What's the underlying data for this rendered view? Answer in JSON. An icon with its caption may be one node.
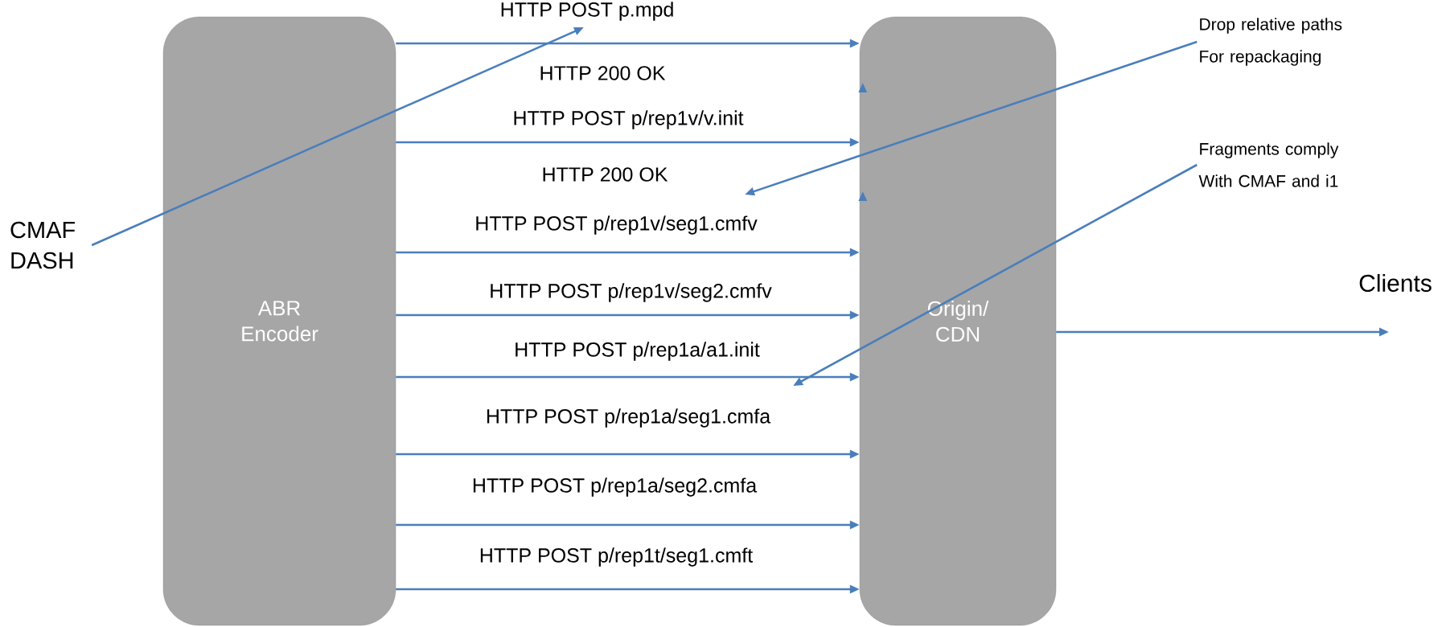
{
  "diagram": {
    "nodes": [
      {
        "text": [
          "ABR Encoder"
        ]
      },
      {
        "text": [
          "Origin/ CDN"
        ]
      },
      {
        "text": [
          "CMAF DASH"
        ]
      },
      {
        "text": [
          "Drop relative paths For repackaging"
        ]
      },
      {
        "text": [
          "Fragments comply With CMAF and i1"
        ]
      },
      {
        "text": [
          "Clients"
        ]
      }
    ],
    "edges": [
      {
        "from": 0,
        "to": 1,
        "arrow": "to",
        "label": "HTTP POST p.mpd"
      },
      {
        "from": null,
        "to": 1,
        "arrow": "to"
      },
      {
        "from": 0,
        "to": 1,
        "arrow": "to",
        "label": "HTTP POST p/rep1v/v.init"
      },
      {
        "from": null,
        "to": 1,
        "arrow": "to"
      },
      {
        "from": 0,
        "to": 1,
        "arrow": "to",
        "label": "HTTP POST p/rep1v/seg1.cmfv"
      },
      {
        "from": 0,
        "to": 1,
        "arrow": "to",
        "label": "HTTP POST p/rep1v/seg2.cmfv"
      },
      {
        "from": 0,
        "to": 1,
        "arrow": "to",
        "label": "HTTP POST p/rep1a/a1.init"
      },
      {
        "from": 0,
        "to": 1,
        "arrow": "to",
        "label": "HTTP POST p/rep1a/seg1.cmfa"
      },
      {
        "from": 0,
        "to": 1,
        "arrow": "to",
        "label": "HTTP POST p/rep1a/seg2.cmfa"
      },
      {
        "from": 0,
        "to": 1,
        "arrow": "to",
        "label": "HTTP POST p/rep1t/seg1.cmft"
      },
      {
        "from": 2,
        "to": null,
        "arrow": "to"
      },
      {
        "from": 3,
        "to": null,
        "arrow": "to"
      },
      {
        "from": 4,
        "to": null,
        "arrow": "to"
      },
      {
        "from": 1,
        "to": 5,
        "arrow": "to"
      }
    ],
    "labels": [
      "HTTP 200 OK",
      "HTTP 200 OK"
    ]
  }
}
